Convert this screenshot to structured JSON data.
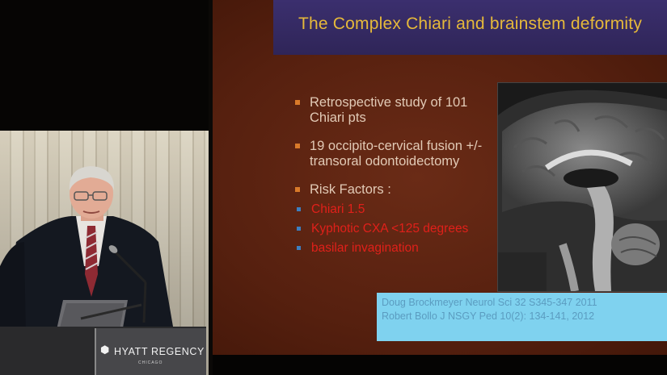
{
  "slide": {
    "title": "The Complex Chiari and  brainstem deformity",
    "bullets": [
      {
        "text": "Retrospective study of 101 Chiari pts"
      },
      {
        "text": "19  occipito-cervical fusion +/- transoral odontoidectomy"
      },
      {
        "text": "Risk Factors :"
      }
    ],
    "risk_factors": [
      "Chiari 1.5",
      "Kyphotic CXA <125 degrees",
      "basilar invagination"
    ],
    "references": [
      "Doug Brockmeyer  Neurol Sci 32 S345-347  2011",
      "Robert Bollo  J NSGY Ped 10(2): 134-141, 2012"
    ]
  },
  "podium": {
    "brand": "HYATT REGENCY",
    "brand_sub": "CHICAGO"
  },
  "colors": {
    "slide_bg": "#5a2312",
    "title": "#e6b93a",
    "title_bar": "#3b2f6e",
    "red_text": "#e0201a",
    "reference_box": "#7fd2ef"
  }
}
